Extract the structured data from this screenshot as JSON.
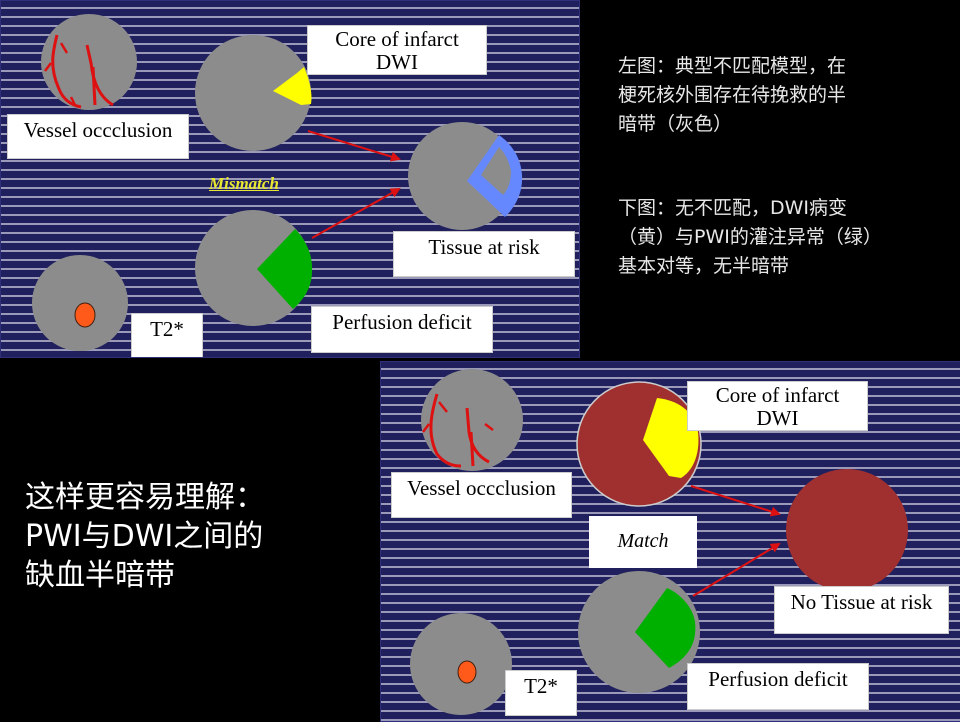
{
  "colors": {
    "panel_bg": "#20205e",
    "stripe": "#9a9ab8",
    "brain_gray": "#8c8c8c",
    "infarct_core": "#ffff00",
    "perfusion_deficit": "#00b000",
    "tissue_at_risk": "#6688ff",
    "match_red": "#a03030",
    "vessel_red": "#dd1111",
    "t2_lesion": "#ff5a1a",
    "mismatch_text": "#e8e830"
  },
  "top_diagram": {
    "vessel_label": "Vessel occclusion",
    "core_label_line1": "Core of infarct",
    "core_label_line2": "DWI",
    "mismatch_label": "Mismatch",
    "tissue_label": "Tissue at risk",
    "perfusion_label": "Perfusion deficit",
    "t2_label": "T2*"
  },
  "bottom_diagram": {
    "vessel_label": "Vessel occclusion",
    "core_label_line1": "Core of infarct",
    "core_label_line2": "DWI",
    "match_label": "Match",
    "tissue_label": "No Tissue at risk",
    "perfusion_label": "Perfusion deficit",
    "t2_label": "T2*"
  },
  "notes": {
    "left_line1": "左图：典型不匹配模型，在",
    "left_line2": "梗死核外围存在待挽救的半",
    "left_line3": "暗带（灰色）",
    "bottom_line1": "下图：无不匹配，DWI病变",
    "bottom_line2": "（黄）与PWI的灌注异常（绿）",
    "bottom_line3": "基本对等，无半暗带"
  },
  "summary": {
    "line1": "这样更容易理解：",
    "line2": "PWI与DWI之间的",
    "line3": "缺血半暗带"
  }
}
